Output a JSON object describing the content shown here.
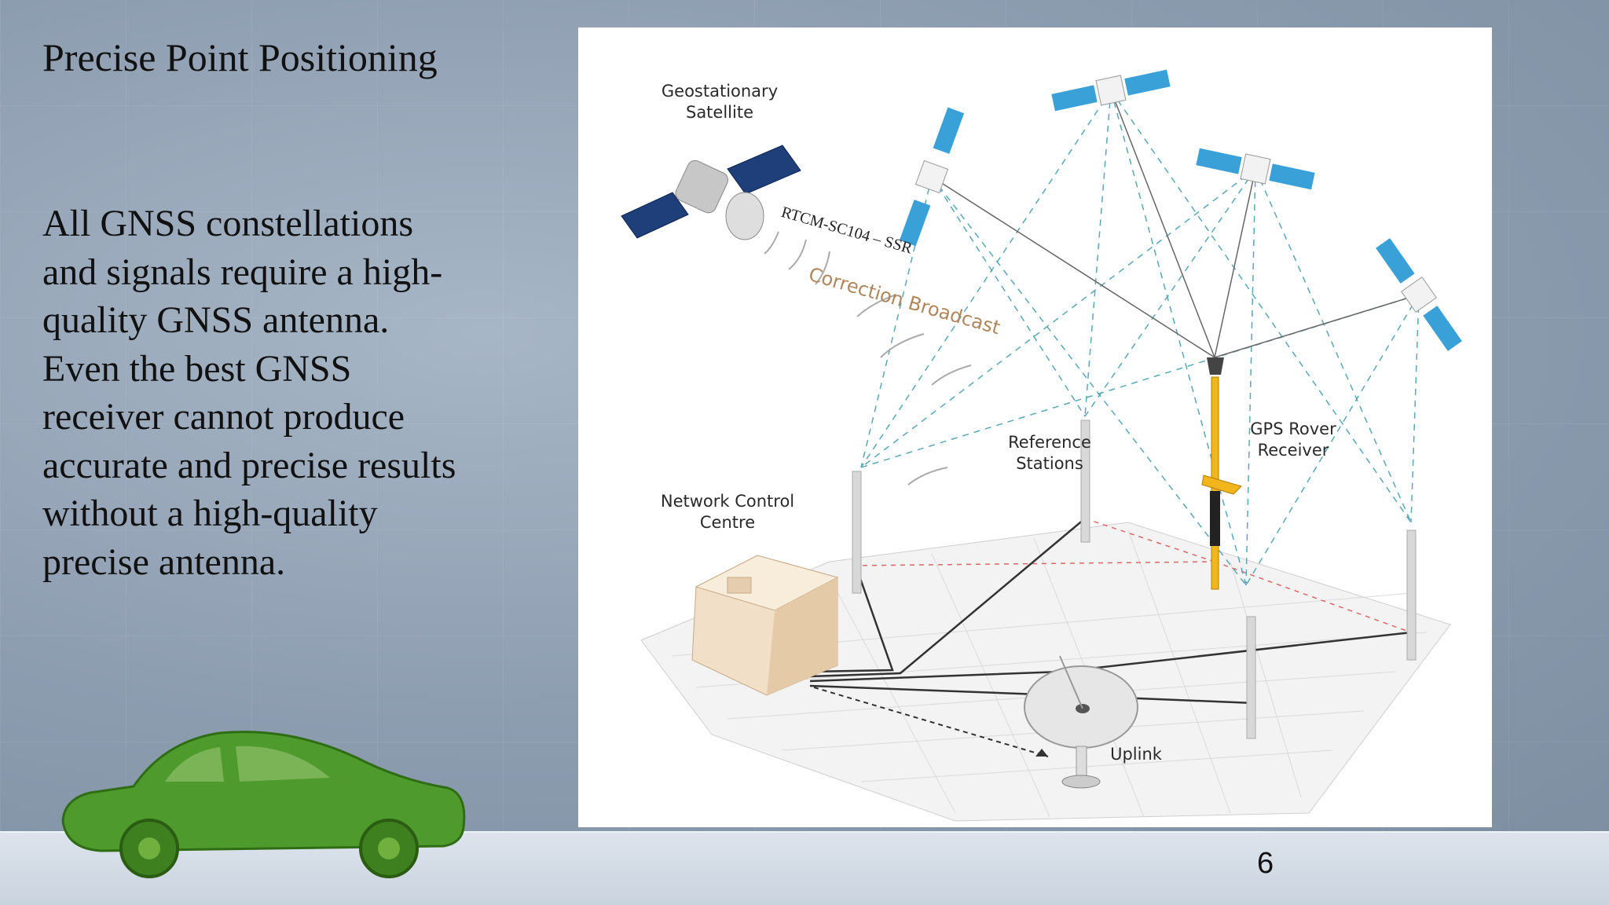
{
  "slide": {
    "title": "Precise Point Positioning",
    "body": "All GNSS constellations and signals require a high-quality GNSS antenna. Even the best GNSS receiver cannot produce accurate and precise results without a high-quality precise antenna.",
    "page_number": "6"
  },
  "diagram": {
    "geo_satellite": [
      "Geostationary",
      "Satellite"
    ],
    "protocol": "RTCM-SC104 – SSR",
    "broadcast": "Correction Broadcast",
    "reference_stations": [
      "Reference",
      "Stations"
    ],
    "rover": [
      "GPS Rover",
      "Receiver"
    ],
    "control_centre": [
      "Network Control",
      "Centre"
    ],
    "uplink": "Uplink"
  },
  "colors": {
    "signal_dash": "#5aa7b8",
    "correction_dash": "#e06666",
    "rover_yellow": "#f2b51c",
    "broadcast_text": "#b0865c",
    "car_green": "#4f9a2c"
  }
}
